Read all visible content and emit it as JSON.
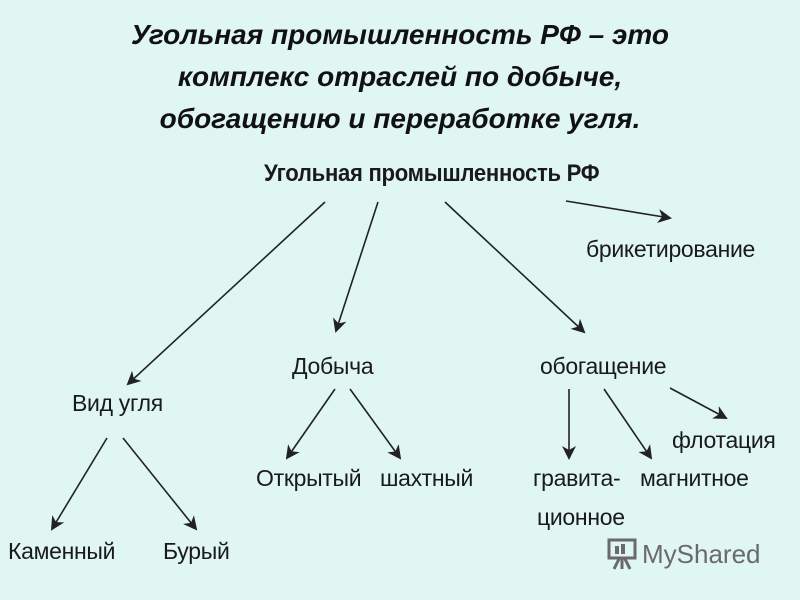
{
  "title": {
    "line1": "Угольная промышленность РФ – это",
    "line2": "комплекс отраслей по добыче,",
    "line3": "обогащению и переработке угля."
  },
  "diagram": {
    "root": "Угольная промышленность РФ",
    "briquetting": "брикетирование",
    "coal_type": "Вид угля",
    "mining": "Добыча",
    "enrichment": "обогащение",
    "flotation": "флотация",
    "open_pit": "Открытый",
    "underground": "шахтный",
    "gravity_line1": "гравита-",
    "gravity_line2": "ционное",
    "magnetic": "магнитное",
    "hard_coal": "Каменный",
    "brown_coal": "Бурый"
  },
  "watermark": {
    "text": "MyShared"
  },
  "colors": {
    "background": "#dff6f2",
    "text": "#1a1a1a",
    "arrow": "#222222"
  }
}
